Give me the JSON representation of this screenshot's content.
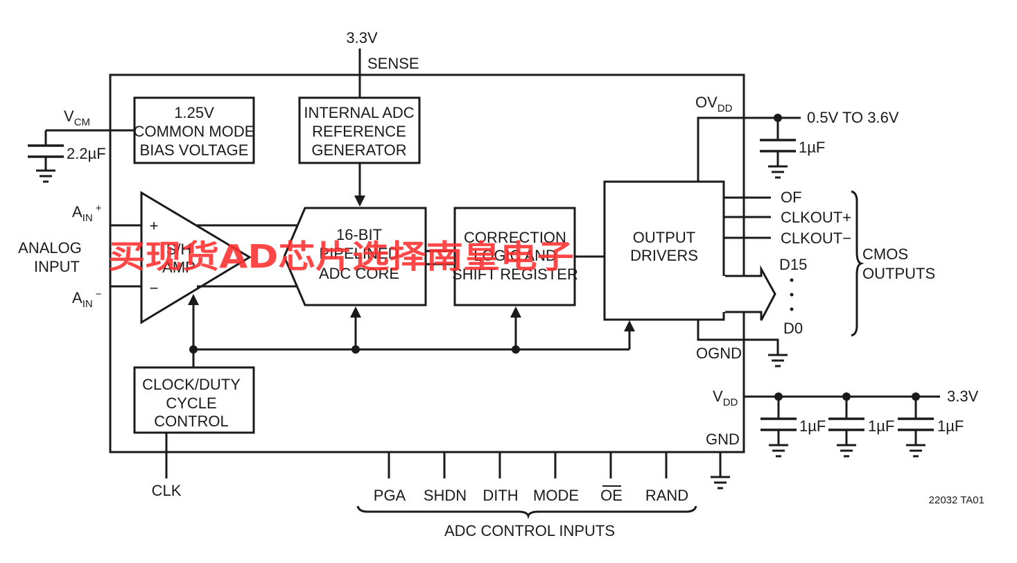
{
  "labels": {
    "supply_top": "3.3V",
    "sense": "SENSE",
    "vcm": "V",
    "vcm_sub": "CM",
    "cap_vcm": "2.2µF",
    "bias_line1": "1.25V",
    "bias_line2": "COMMON MODE",
    "bias_line3": "BIAS VOLTAGE",
    "ref_line1": "INTERNAL ADC",
    "ref_line2": "REFERENCE",
    "ref_line3": "GENERATOR",
    "ain_plus": "A",
    "ain_plus_sub": "IN",
    "ain_plus_sup": "+",
    "ain_minus": "A",
    "ain_minus_sub": "IN",
    "ain_minus_sup": "−",
    "analog_line1": "ANALOG",
    "analog_line2": "INPUT",
    "sh_plus": "+",
    "sh_minus": "−",
    "sh_line1": "S/H",
    "sh_line2": "AMP",
    "adc_line1": "16-BIT",
    "adc_line2": "PIPELINED",
    "adc_line3": "ADC CORE",
    "corr_line1": "CORRECTION",
    "corr_line2": "LOGIC AND",
    "corr_line3": "SHIFT REGISTER",
    "out_line1": "OUTPUT",
    "out_line2": "DRIVERS",
    "ovdd": "OV",
    "ovdd_sub": "DD",
    "ov_range": "0.5V TO 3.6V",
    "cap_ov": "1µF",
    "of": "OF",
    "clkout_p": "CLKOUT+",
    "clkout_m": "CLKOUT−",
    "d15": "D15",
    "d0": "D0",
    "cmos_line1": "CMOS",
    "cmos_line2": "OUTPUTS",
    "ognd": "OGND",
    "vdd": "V",
    "vdd_sub": "DD",
    "vdd_supply": "3.3V",
    "cap_vdd1": "1µF",
    "cap_vdd2": "1µF",
    "cap_vdd3": "1µF",
    "gnd": "GND",
    "clk_line1": "CLOCK/DUTY",
    "clk_line2": "CYCLE",
    "clk_line3": "CONTROL",
    "clk": "CLK",
    "pga": "PGA",
    "shdn": "SHDN",
    "dith": "DITH",
    "mode": "MODE",
    "oe": "OE",
    "rand": "RAND",
    "control_inputs": "ADC CONTROL INPUTS",
    "figure_id": "22032 TA01"
  },
  "watermark": "买现货AD芯片选择南皇电子",
  "colors": {
    "line": "#1a1a1a",
    "watermark": "#ff2d2d",
    "background": "#ffffff"
  }
}
